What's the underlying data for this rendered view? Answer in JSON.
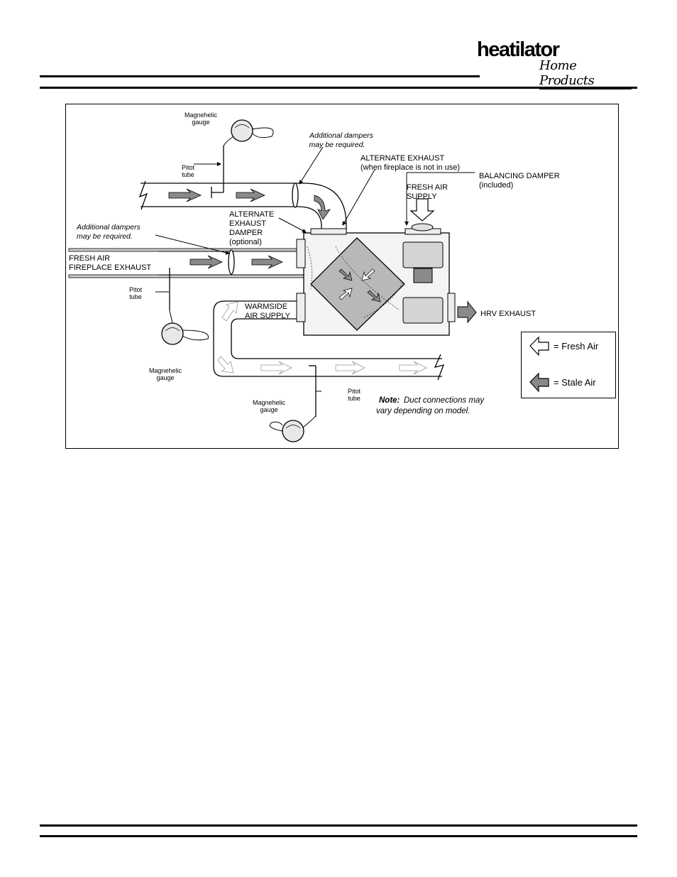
{
  "brand": {
    "name": "heatilator",
    "sub": "Home Products"
  },
  "diagram": {
    "labels": {
      "magnehelic_gauge_1": [
        "Magnehelic",
        "gauge"
      ],
      "pitot_tube_1": [
        "Pitot",
        "tube"
      ],
      "additional_dampers_1": [
        "Additional dampers",
        "may be required."
      ],
      "alternate_exhaust": [
        "ALTERNATE EXHAUST",
        "(when fireplace is not in use)"
      ],
      "balancing_damper": [
        "BALANCING DAMPER",
        "(included)"
      ],
      "fresh_air_supply": [
        "FRESH AIR",
        "SUPPLY"
      ],
      "alternate_exhaust_damper": [
        "ALTERNATE",
        "EXHAUST",
        "DAMPER",
        "(optional)"
      ],
      "additional_dampers_2": [
        "Additional dampers",
        "may be required."
      ],
      "fresh_air_fireplace": [
        "FRESH AIR",
        "FIREPLACE EXHAUST"
      ],
      "pitot_tube_2": [
        "Pitot",
        "tube"
      ],
      "warmside_air_supply": [
        "WARMSIDE",
        "AIR SUPPLY"
      ],
      "hrv_exhaust": "HRV EXHAUST",
      "magnehelic_gauge_2": [
        "Magnehelic",
        "gauge"
      ],
      "pitot_tube_3": [
        "Pitot",
        "tube"
      ],
      "magnehelic_gauge_3": [
        "Magnehelic",
        "gauge"
      ],
      "note_label": "Note:",
      "note_text": [
        "Duct connections may",
        "vary depending on model."
      ]
    },
    "legend": {
      "fresh": "= Fresh Air",
      "stale": "= Stale Air"
    },
    "colors": {
      "fresh_arrow": "#ffffff",
      "stale_arrow": "#8a8a8a",
      "core": "#b8b8b8",
      "panel": "#d4d4d4"
    }
  }
}
